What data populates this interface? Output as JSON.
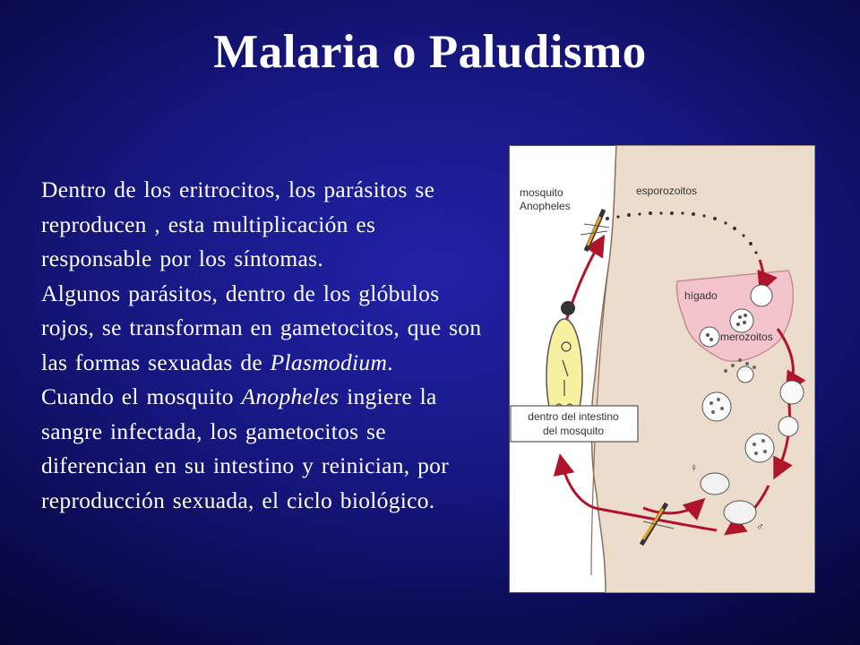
{
  "title": "Malaria o Paludismo",
  "paragraphs": [
    {
      "parts": [
        {
          "text": "Dentro de los eritrocitos, los parásitos se reproducen , esta multiplicación es responsable por los síntomas."
        }
      ]
    },
    {
      "parts": [
        {
          "text": "Algunos parásitos, dentro de los glóbulos rojos, se transforman en gametocitos, que son las formas sexuadas de "
        },
        {
          "text": "Plasmodium",
          "italic": true
        },
        {
          "text": "."
        }
      ]
    },
    {
      "parts": [
        {
          "text": "Cuando el mosquito "
        },
        {
          "text": "Anopheles",
          "italic": true
        },
        {
          "text": " ingiere la sangre infectada, los gametocitos se diferencian en su intestino y reinician, por reproducción sexuada, el ciclo biológico."
        }
      ]
    }
  ],
  "figure": {
    "label_mosquito_1": "mosquito",
    "label_mosquito_2": "Anopheles",
    "label_esporozoitos": "esporozoitos",
    "label_higado": "hígado",
    "label_merozoitos": "merozoitos",
    "label_intestino_1": "dentro del intestino",
    "label_intestino_2": "del mosquito",
    "female_symbol": "♀",
    "male_symbol": "♂",
    "colors": {
      "cycle_arrow": "#b0142a",
      "liver": "#f3c4cc",
      "skin": "#ecdccb",
      "gut": "#f7f0a0"
    }
  }
}
